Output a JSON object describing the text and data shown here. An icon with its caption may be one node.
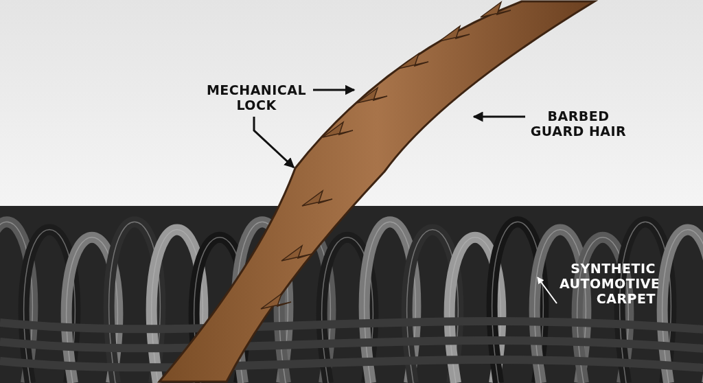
{
  "diagram": {
    "nodes": [
      {
        "text": [
          "MECHANICAL LOCK"
        ]
      },
      {
        "text": [
          "BARBED GUARD HAIR"
        ]
      },
      {
        "text": [
          "SYNTHETIC AUTOMOTIVE CARPET"
        ],
        "in": 4
      },
      {
        "text": [],
        "shape": "picture"
      },
      {
        "text": [],
        "shape": "picture"
      }
    ],
    "edges": [
      {
        "from": 0,
        "to": 3,
        "arrow": "to"
      },
      {
        "from": 0,
        "to": 3,
        "arrow": "to"
      },
      {
        "from": 1,
        "to": 3,
        "arrow": "to"
      },
      {
        "from": 2,
        "to": null,
        "arrow": "to",
        "color": "#ffffff"
      }
    ]
  }
}
